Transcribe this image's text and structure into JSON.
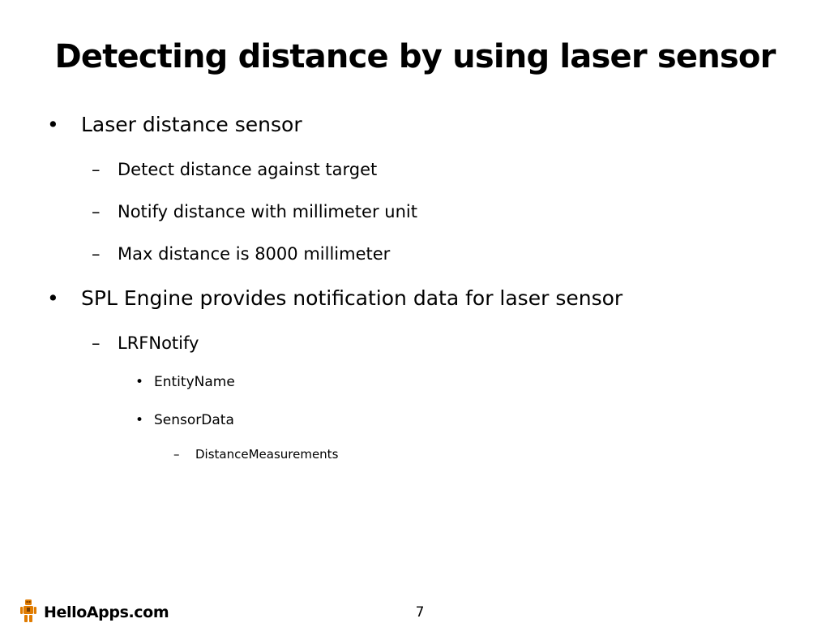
{
  "slide": {
    "title": "Detecting distance by using laser sensor",
    "bullets": [
      {
        "marker": "•",
        "text": "Laser distance sensor"
      },
      {
        "marker": "–",
        "text": "Detect distance against target"
      },
      {
        "marker": "–",
        "text": "Notify distance with millimeter unit"
      },
      {
        "marker": "–",
        "text": "Max distance is 8000 millimeter"
      },
      {
        "marker": "•",
        "text": "SPL Engine provides notification data for laser sensor"
      },
      {
        "marker": "–",
        "text": "LRFNotify"
      },
      {
        "marker": "•",
        "text": "EntityName"
      },
      {
        "marker": "•",
        "text": "SensorData"
      },
      {
        "marker": "–",
        "text": "DistanceMeasurements"
      }
    ]
  },
  "footer": {
    "brand": "HelloApps.com",
    "logo_icon": "robot-mascot-icon",
    "page_number": "7"
  },
  "colors": {
    "text": "#000000",
    "logo_primary": "#e07b00",
    "logo_dark": "#7a3e00"
  }
}
